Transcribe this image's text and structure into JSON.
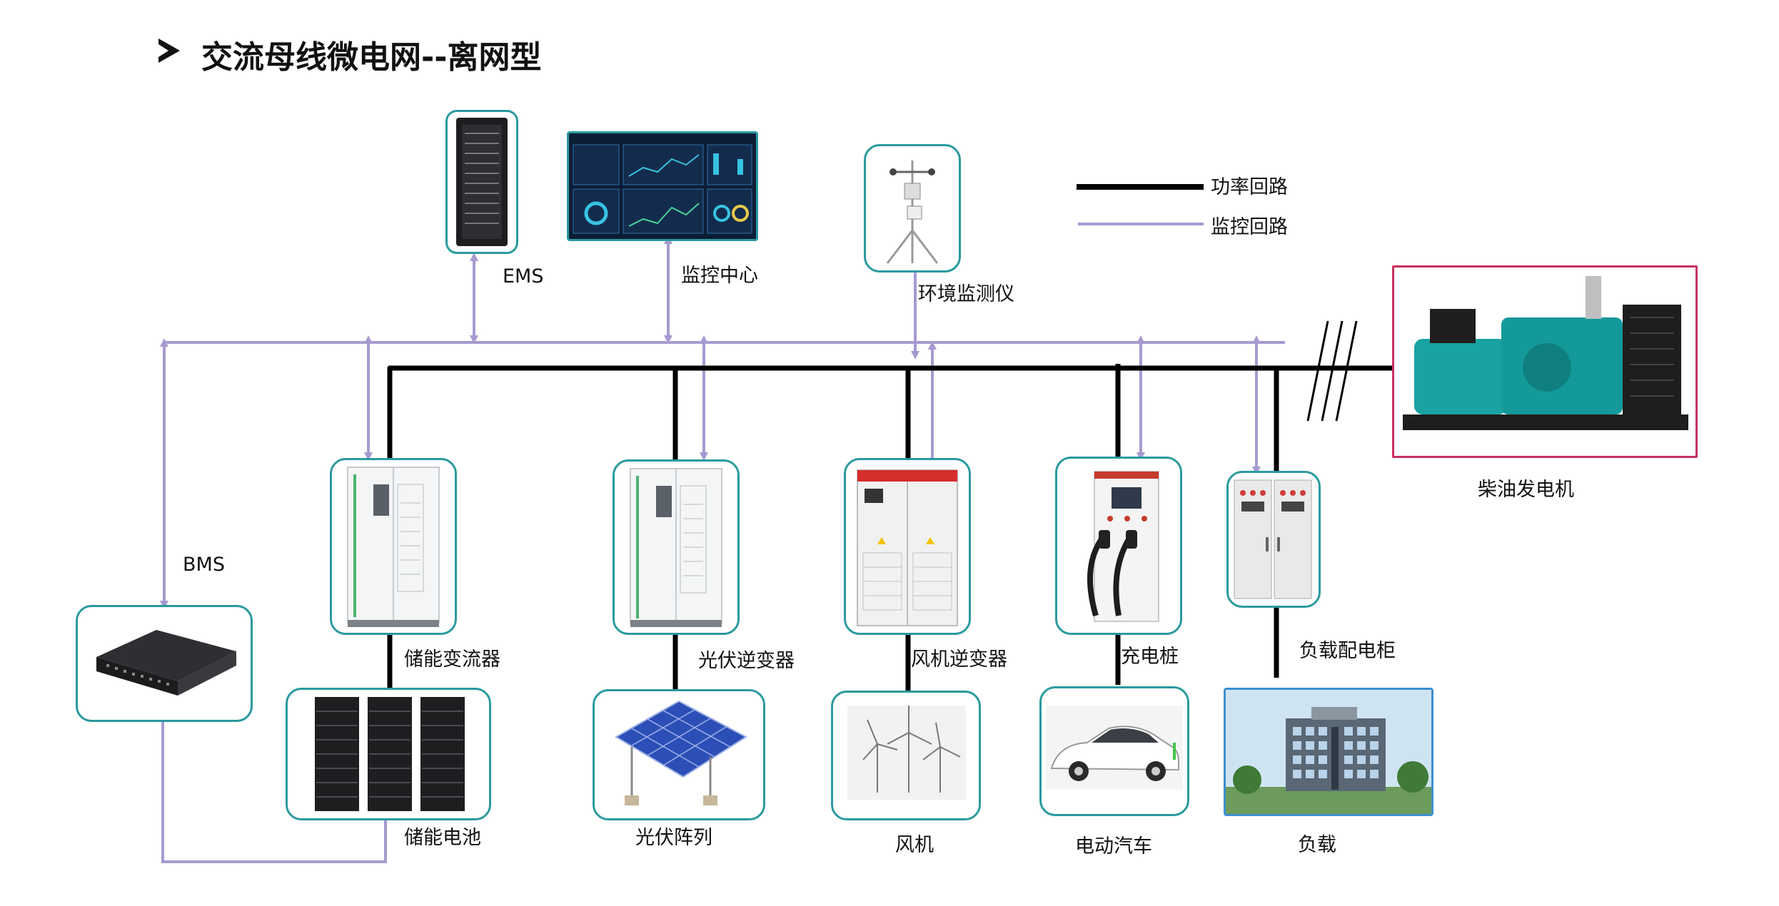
{
  "title": "交流母线微电网--离网型",
  "legend": {
    "power": "功率回路",
    "monitor": "监控回路"
  },
  "labels": {
    "ems": "EMS",
    "monitor_center": "监控中心",
    "env_monitor": "环境监测仪",
    "bms": "BMS",
    "pcs": "储能变流器",
    "pv_inverter": "光伏逆变器",
    "wind_inverter": "风机逆变器",
    "charger": "充电桩",
    "load_cabinet": "负载配电柜",
    "diesel": "柴油发电机",
    "battery": "储能电池",
    "pv_array": "光伏阵列",
    "wind_turbine": "风机",
    "ev": "电动汽车",
    "load": "负载"
  },
  "colors": {
    "power_line": "#000000",
    "monitor_line": "#a79ad0",
    "box_border": "#2a9a9f",
    "generator_border": "#c8305e"
  },
  "icons": {
    "ems": "server-rack-icon",
    "monitor_center": "dashboard-screen-icon",
    "env_monitor": "weather-station-icon",
    "bms": "bms-unit-icon",
    "pcs": "converter-cabinet-icon",
    "pv_inverter": "inverter-cabinet-icon",
    "wind_inverter": "inverter-cabinet-icon",
    "charger": "ev-charger-icon",
    "load_cabinet": "distribution-cabinet-icon",
    "diesel": "diesel-generator-icon",
    "battery": "battery-rack-icon",
    "pv_array": "solar-panel-icon",
    "wind_turbine": "wind-turbine-icon",
    "ev": "electric-car-icon",
    "load": "office-building-icon"
  }
}
